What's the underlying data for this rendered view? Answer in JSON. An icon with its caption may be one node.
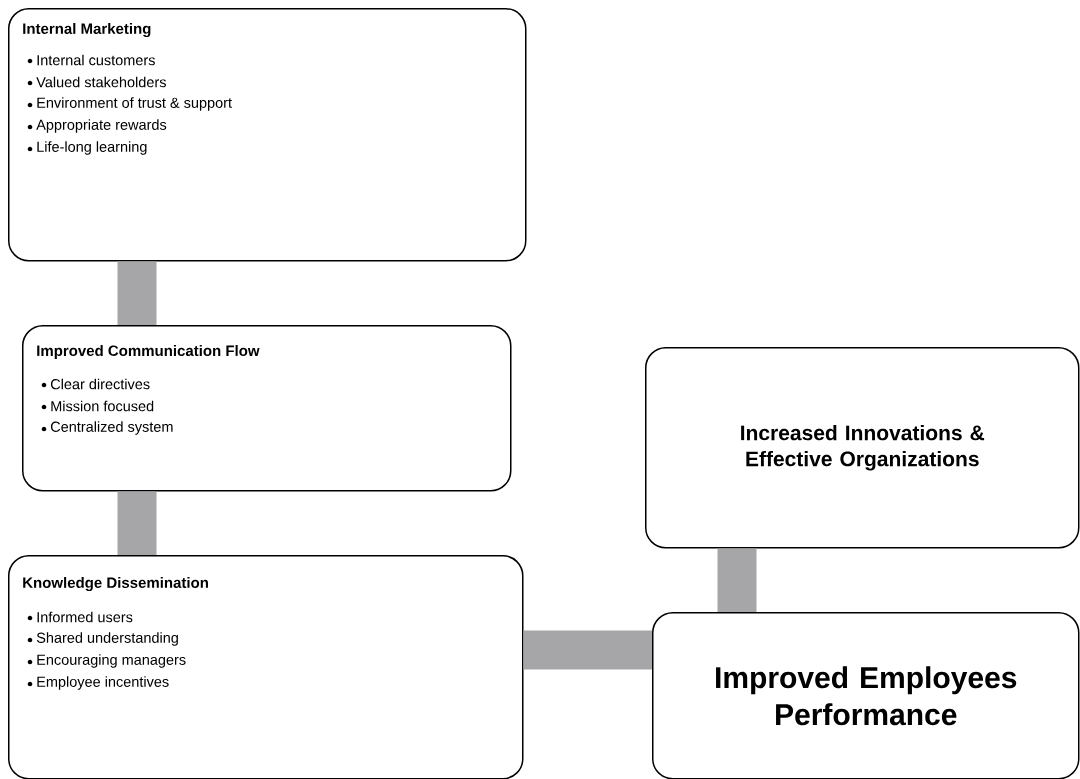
{
  "diagram": {
    "nodes": [
      {
        "text": [
          "Internal Marketing",
          "Internal customers",
          "Valued stakeholders",
          "Environment of trust & support",
          "Appropriate rewards",
          "Life-long learning"
        ]
      },
      {
        "text": [
          "Improved Communication Flow",
          "Clear directives",
          "Mission focused",
          "Centralized system"
        ]
      },
      {
        "text": [
          "Knowledge Dissemination",
          "Informed users",
          "Shared understanding",
          "Encouraging managers",
          "Employee incentives"
        ]
      },
      {
        "text": [
          "Increased Innovations & Effective Organizations"
        ]
      },
      {
        "text": [
          "Improved Employees Performance"
        ]
      }
    ],
    "edges": [
      {
        "from": 0,
        "to": 1,
        "arrow": "none"
      },
      {
        "from": 1,
        "to": 2,
        "arrow": "none"
      },
      {
        "from": 2,
        "to": 4,
        "arrow": "none"
      },
      {
        "from": 3,
        "to": 4,
        "arrow": "none"
      }
    ]
  }
}
